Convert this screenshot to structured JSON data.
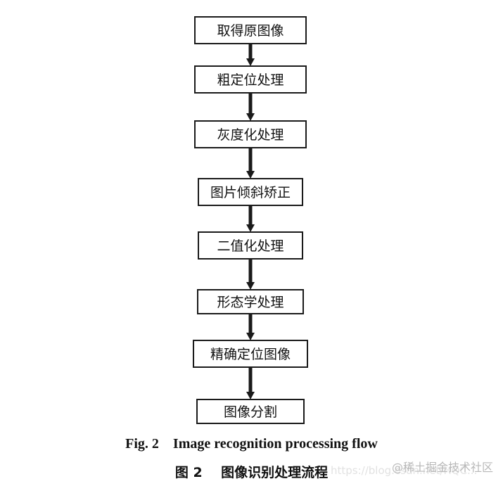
{
  "steps": [
    "取得原图像",
    "粗定位处理",
    "灰度化处理",
    "图片倾斜矫正",
    "二值化处理",
    "形态学处理",
    "精确定位图像",
    "图像分割"
  ],
  "caption": {
    "en": "Fig. 2    Image recognition processing flow",
    "zh": "图 2    图像识别处理流程"
  },
  "watermark": {
    "badge": "@稀土掘金技术社区",
    "faint": "https://blog.csdn.net/HQC..."
  }
}
